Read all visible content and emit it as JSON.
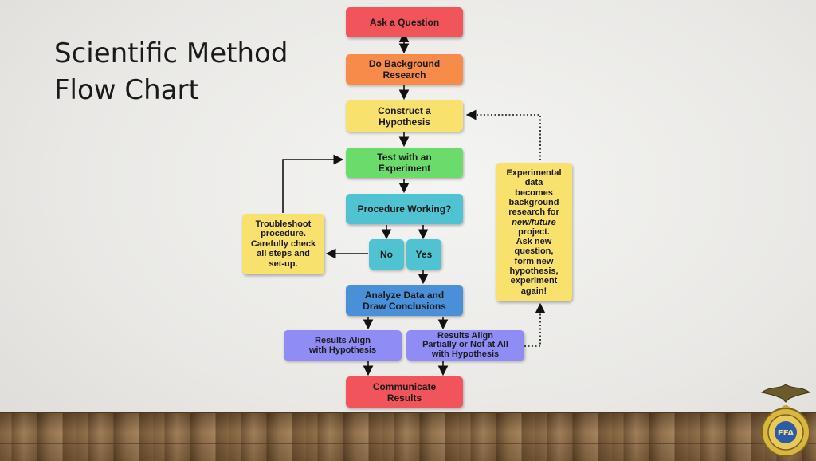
{
  "title": {
    "line1": "Scientific Method",
    "line2": "Flow Chart"
  },
  "steps": {
    "ask": {
      "label": "Ask a Question",
      "color": "#f2545b"
    },
    "background": {
      "label": "Do Background\nResearch",
      "color": "#f68b4a"
    },
    "hypothesis": {
      "label": "Construct a\nHypothesis",
      "color": "#f8e16c"
    },
    "test": {
      "label": "Test with an\nExperiment",
      "color": "#6bdc6b"
    },
    "procedure": {
      "label": "Procedure Working?",
      "color": "#4fc3d1"
    },
    "no": {
      "label": "No",
      "color": "#4fc3d1"
    },
    "yes": {
      "label": "Yes",
      "color": "#4fc3d1"
    },
    "troubleshoot": {
      "label": "Troubleshoot\nprocedure.\nCarefully check\nall steps and\nset-up.",
      "color": "#f8e16c"
    },
    "analyze": {
      "label": "Analyze Data and\nDraw Conclusions",
      "color": "#4a90d9"
    },
    "align": {
      "label": "Results Align\nwith Hypothesis",
      "color": "#8f8cf5"
    },
    "partial": {
      "label": "Results Align\nPartially or Not at All\nwith Hypothesis",
      "color": "#8f8cf5"
    },
    "communicate": {
      "label": "Communicate\nResults",
      "color": "#f2545b"
    },
    "experimental_pre": "Experimental\ndata\nbecomes\nbackground\nresearch for",
    "experimental_italic": "new/future",
    "experimental_post": "project.\nAsk new\nquestion,\nform new\nhypothesis,\nexperiment\nagain!",
    "experimental_color": "#f8e16c"
  },
  "logo": {
    "name": "ffa-emblem-icon",
    "text": "FFA"
  }
}
